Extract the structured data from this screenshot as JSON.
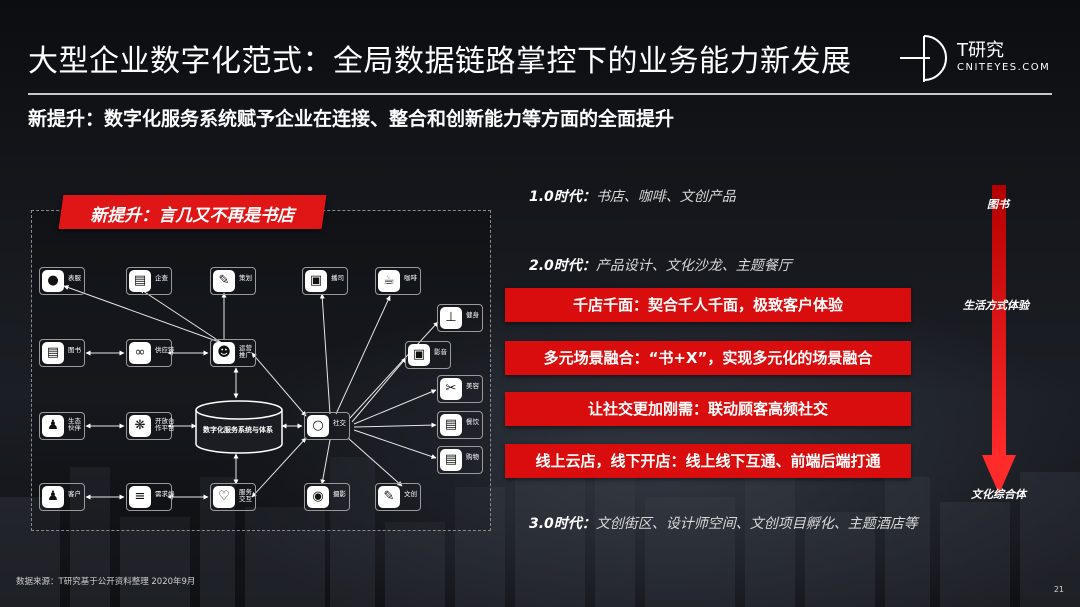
{
  "header": {
    "title": "大型企业数字化范式：全局数据链路掌控下的业务能力新发展",
    "logo_cn": "T研究",
    "logo_en": "CNITEYES.COM"
  },
  "subtitle": "新提升：数字化服务系统赋予企业在连接、整合和创新能力等方面的全面提升",
  "diagram": {
    "banner": "新提升：言几又不再是书店",
    "center_label": "数字化服务系统与体系",
    "nodes": {
      "biaodan": "表服",
      "qiye": "企查",
      "cehua": "策划",
      "bosong": "播司",
      "kafei": "咖啡",
      "jianshen": "健身",
      "tushu": "图书",
      "gongyinglian": "供应链",
      "yunying_1": "运营",
      "yunying_2": "推广",
      "yingyin": "影音",
      "meirong": "美容",
      "shengtai_1": "生态",
      "shengtai_2": "伙伴",
      "kaifang_1": "开放合",
      "kaifang_2": "作平台",
      "shejiao": "社交",
      "canyin": "餐饮",
      "gouwu": "购物",
      "kehu": "客户",
      "xuqiu": "需求端",
      "fuwu_1": "服务",
      "fuwu_2": "交互",
      "sheying": "摄影",
      "wenchuang": "文创"
    },
    "icons": {
      "biaodan": "chat-icon",
      "qiye": "document-icon",
      "cehua": "planning-icon",
      "bosong": "broadcast-icon",
      "kafei": "coffee-icon",
      "jianshen": "dumbbell-icon",
      "tushu": "book-icon",
      "gongyinglian": "link-icon",
      "yunying": "people-icon",
      "yingyin": "film-icon",
      "meirong": "scissors-icon",
      "shengtai": "partners-icon",
      "kaifang": "platform-icon",
      "shejiao": "chat-bubbles-icon",
      "canyin": "dining-icon",
      "gouwu": "cart-icon",
      "kehu": "user-icon",
      "xuqiu": "demand-icon",
      "fuwu": "heart-icon",
      "sheying": "camera-icon",
      "wenchuang": "pen-icon"
    }
  },
  "eras": {
    "era1_label": "1.0时代：",
    "era1_text": "书店、咖啡、文创产品",
    "era2_label": "2.0时代：",
    "era2_text": "产品设计、文化沙龙、主题餐厅",
    "era3_label": "3.0时代：",
    "era3_text": "文创街区、设计师空间、文创项目孵化、主题酒店等"
  },
  "features": [
    "千店千面：契合千人千面，极致客户体验",
    "多元场景融合：“书+X”，实现多元化的场景融合",
    "让社交更加刚需：联动顾客高频社交",
    "线上云店，线下开店：线上线下互通、前端后端打通"
  ],
  "arrow": {
    "top": "图书",
    "middle": "生活方式体验",
    "bottom": "文化综合体"
  },
  "colors": {
    "accent_red": "#d90d0d"
  },
  "footer": {
    "source": "数据来源：T研究基于公开资料整理  2020年9月",
    "page": "21"
  }
}
